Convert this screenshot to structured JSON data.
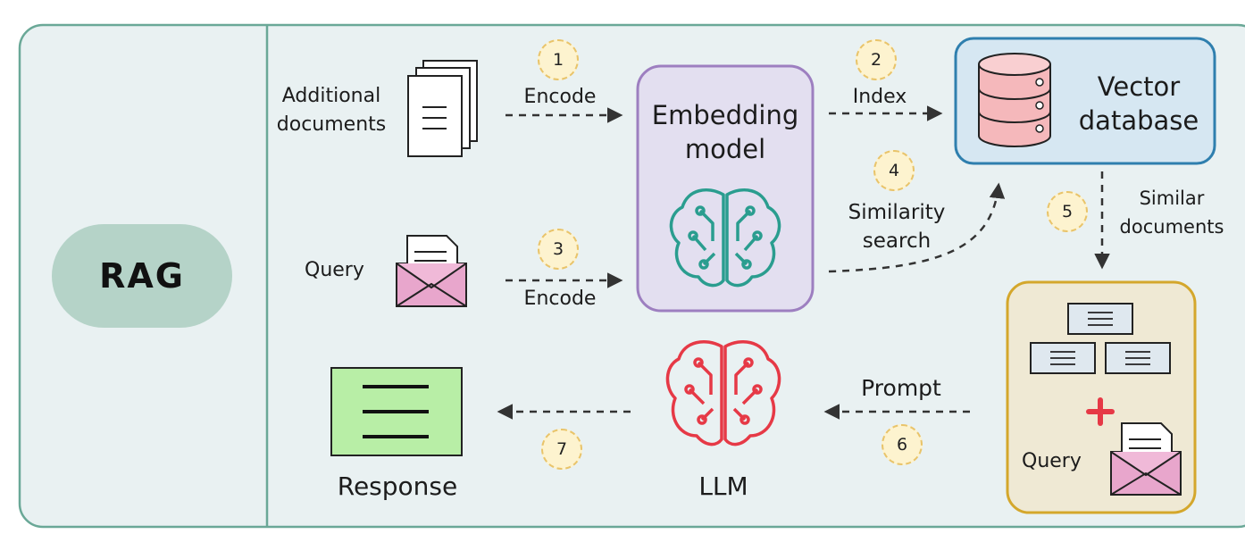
{
  "side_label": "RAG",
  "nodes": {
    "additional_documents": "Additional\ndocuments",
    "query": "Query",
    "embedding_model": "Embedding\nmodel",
    "vector_database": "Vector\ndatabase",
    "llm": "LLM",
    "response": "Response",
    "context_query": "Query"
  },
  "edges": {
    "encode_docs": "Encode",
    "encode_query": "Encode",
    "index": "Index",
    "similarity_search": "Similarity\nsearch",
    "similar_documents": "Similar\ndocuments",
    "prompt": "Prompt"
  },
  "steps": [
    "1",
    "2",
    "3",
    "4",
    "5",
    "6",
    "7"
  ],
  "colors": {
    "panel_bg": "#e9f1f2",
    "panel_border": "#6aa897",
    "embedding_box": "#e3dff0",
    "embedding_border": "#9d7fc0",
    "vector_box": "#d6e7f2",
    "vector_border": "#2f7fae",
    "database": "#f5b8bb",
    "context_box": "#efe9d4",
    "context_border": "#d4a72c",
    "response_box": "#b8eea6",
    "brain_teal": "#2a9d8f",
    "brain_red": "#e63946",
    "envelope": "#e8a6cc"
  },
  "icons": [
    "documents-icon",
    "envelope-icon",
    "brain-icon",
    "database-icon",
    "plus-icon"
  ]
}
